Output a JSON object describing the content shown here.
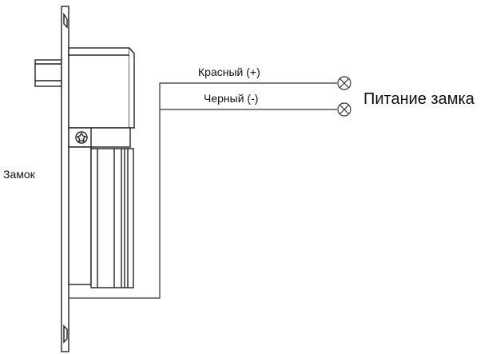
{
  "labels": {
    "lock": "Замок",
    "red_wire": "Красный (+)",
    "black_wire": "Черный (-)",
    "power": "Питание замка"
  },
  "colors": {
    "line": "#222222",
    "background": "#ffffff"
  },
  "icons": {
    "terminal": "circle-x-terminal-icon",
    "screw": "screw-icon"
  }
}
